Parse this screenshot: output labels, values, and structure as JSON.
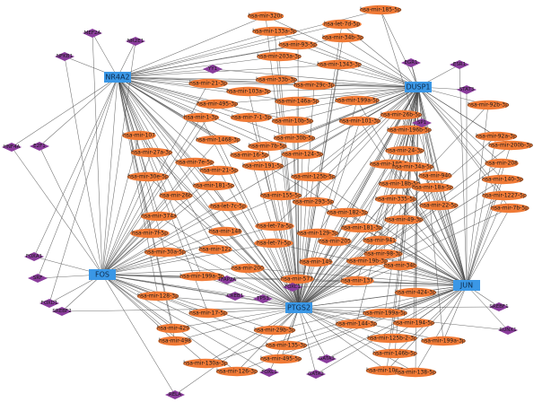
{
  "colors": {
    "hub": "#3a97e6",
    "mirna": "#f07a36",
    "tf": "#8a3c9c",
    "edge": "#4a4a4a"
  },
  "hubs": [
    "NR4A2",
    "DUSP1",
    "FOS",
    "PTGS2",
    "JUN"
  ],
  "tfs": [
    "MEF2A",
    "NR2E1",
    "NFKB1",
    "YY1",
    "EGR1",
    "ESR1",
    "STAT3",
    "SP1",
    "HNF4A",
    "E2F1",
    "FOXA1",
    "SRF",
    "FOXD1",
    "SREBF2",
    "TFAP2A",
    "CREB1",
    "TP53",
    "FOXC1",
    "FOXL1",
    "GATA2",
    "GATA3",
    "RELA",
    "SREBF1",
    "RUNX1"
  ],
  "mirnas": [
    "hsa-mir-185-5p",
    "hsa-mir-320c",
    "hsa-let-7d-5p",
    "hsa-mir-133a-3p",
    "hsa-mir-34b-3p",
    "hsa-mir-93-5p",
    "hsa-mir-203a-3p",
    "hsa-mir-1343-3p",
    "hsa-mir-33b-3p",
    "hsa-mir-29c-3p",
    "hsa-mir-21-3p",
    "hsa-mir-103a-3p",
    "hsa-mir-495-3p",
    "hsa-mir-146a-5p",
    "hsa-mir-199a-5p",
    "hsa-mir-26b-5p",
    "hsa-mir-92b-3p",
    "hsa-mir-1-3p",
    "hsa-mir-7-1-3p",
    "hsa-mir-10b-5p",
    "hsa-mir-101-3p",
    "hsa-mir-196b-5p",
    "hsa-mir-92a-3p",
    "hsa-mir-200b-3p",
    "hsa-mir-107",
    "hsa-mir-1468-3p",
    "hsa-mir-27a-3p",
    "hsa-mir-30b-5p",
    "hsa-mir-24-3p",
    "hsa-mir-208",
    "hsa-mir-198-5p",
    "hsa-mir-7e-5p",
    "hsa-mir-16-5p",
    "hsa-mir-7b-5p",
    "hsa-mir-124-3p",
    "hsa-mir-34a-5p",
    "hsa-mir-940",
    "hsa-mir-140-3p",
    "hsa-mir-30e-5p",
    "hsa-mir-21-5p",
    "hsa-mir-191-5p",
    "hsa-mir-18b-5p",
    "hsa-mir-1227-5p",
    "hsa-mir-18a-5p",
    "hsa-mir-7b-5p",
    "hsa-mir-181-5p",
    "hsa-mir-125b-5p",
    "hsa-mir-335-5p",
    "hsa-mir-22-5p",
    "hsa-mir-26b",
    "hsa-mir-155-5p",
    "hsa-let-7c-5p",
    "hsa-mir-293-5p",
    "hsa-mir-49-3p",
    "hsa-mir-182-3p",
    "hsa-mir-374a",
    "hsa-let-7a-5p",
    "hsa-mir-148",
    "hsa-mir-129-3p",
    "hsa-mir-181-3p",
    "hsa-mir-941",
    "hsa-mir-7f-5p",
    "hsa-mir-122",
    "hsa-let-7i-5p",
    "hsa-mir-200",
    "hsa-mir-205",
    "hsa-mir-98-3p",
    "hsa-mir-30a-5p",
    "hsa-mir-149",
    "hsa-mir-19b-3p",
    "hsa-mir-34b",
    "hsa-mir-137",
    "hsa-mir-577",
    "hsa-mir-199a-3p",
    "hsa-mir-128-3p",
    "hsa-mir-424-3p",
    "hsa-mir-17-5p",
    "hsa-mir-199a-5p",
    "hsa-mir-144-3p",
    "hsa-mir-194-5p",
    "hsa-mir-429",
    "hsa-mir-29b-3p",
    "hsa-mir-125b-2-3p",
    "hsa-mir-135-3p",
    "hsa-mir-199a-3p",
    "hsa-mir-498",
    "hsa-mir-146b-5p",
    "hsa-mir-495-5p",
    "hsa-mir-130a-3p",
    "hsa-mir-126-3p",
    "hsa-mir-10a-5p",
    "hsa-mir-138-5p"
  ]
}
